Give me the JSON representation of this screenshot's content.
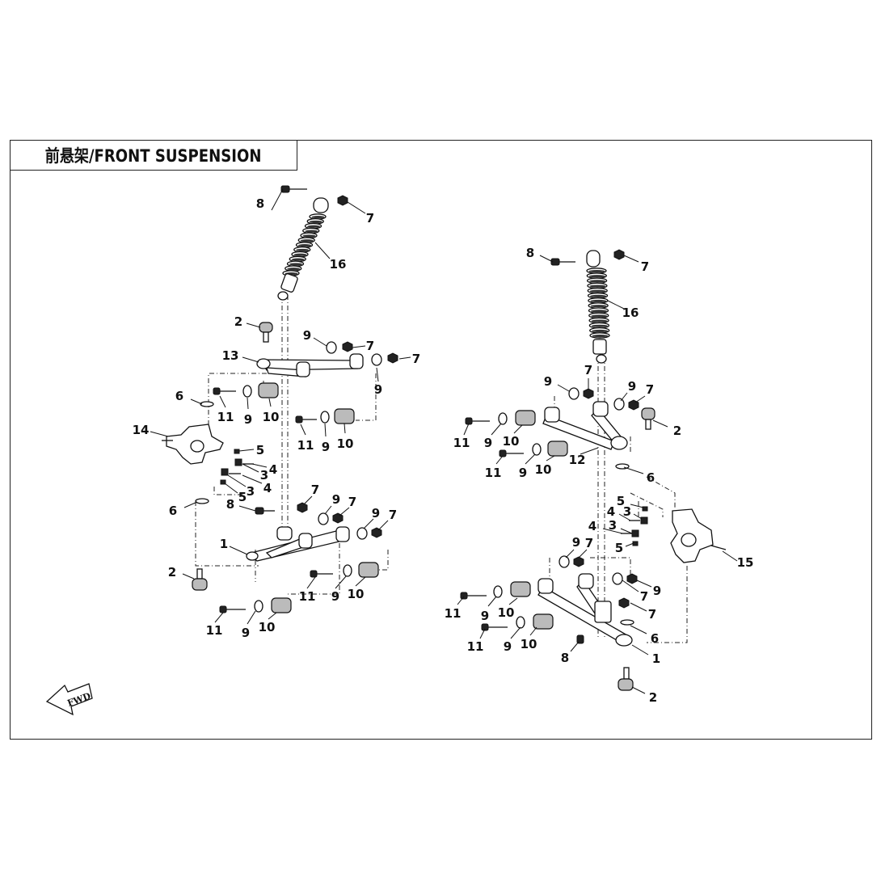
{
  "header": {
    "title": "前悬架/FRONT SUSPENSION"
  },
  "fwd_badge": {
    "label": "FWD"
  },
  "callouts": [
    "8",
    "7",
    "16",
    "2",
    "9",
    "7",
    "13",
    "7",
    "9",
    "6",
    "11",
    "9",
    "10",
    "11",
    "9",
    "10",
    "14",
    "5",
    "3",
    "4",
    "3",
    "4",
    "5",
    "6",
    "8",
    "7",
    "7",
    "9",
    "9",
    "7",
    "1",
    "11",
    "9",
    "10",
    "2",
    "11",
    "9",
    "10",
    "8",
    "7",
    "16",
    "9",
    "7",
    "9",
    "7",
    "2",
    "11",
    "9",
    "10",
    "11",
    "9",
    "10",
    "12",
    "6",
    "5",
    "3",
    "4",
    "4",
    "3",
    "5",
    "15",
    "9",
    "7",
    "9",
    "7",
    "7",
    "11",
    "9",
    "10",
    "11",
    "9",
    "10",
    "6",
    "8",
    "1",
    "2"
  ]
}
